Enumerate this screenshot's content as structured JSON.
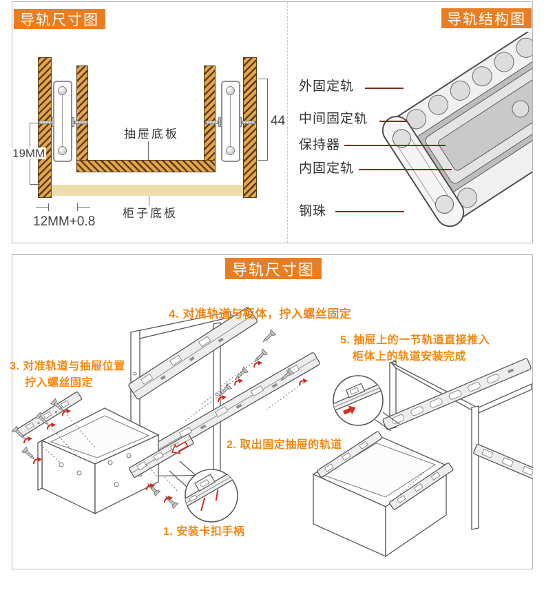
{
  "top_left": {
    "badge": "导轨尺寸图",
    "dim_side": "19MM",
    "dim_height": "44",
    "dim_gap": "12MM+0.8",
    "label_drawer_bottom": "抽屉底板",
    "label_cabinet_bottom": "柜子底板"
  },
  "top_right": {
    "badge": "导轨结构图",
    "label_outer_rail": "外固定轨",
    "label_middle_rail": "中间固定轨",
    "label_retainer": "保持器",
    "label_inner_rail": "内固定轨",
    "label_ball": "钢珠"
  },
  "bottom": {
    "badge": "导轨尺寸图",
    "step1": "1. 安装卡扣手柄",
    "step2": "2. 取出固定抽屉的轨道",
    "step3_line1": "3. 对准轨道与抽屉位置",
    "step3_line2": "拧入螺丝固定",
    "step4": "4. 对准轨道与柜体，拧入螺丝固定",
    "step5_line1": "5. 抽屉上的一节轨道直接推入",
    "step5_line2": "柜体上的轨道安装完成"
  },
  "colors": {
    "badge_orange": "#e87e24",
    "step_orange": "#f5870f",
    "leader_red": "#7d2d1e",
    "arrow_red": "#cf2a1b",
    "wood_base": "#e4a64b",
    "wood_stripe": "#5d3f1f",
    "board_tan": "#efdcab"
  }
}
